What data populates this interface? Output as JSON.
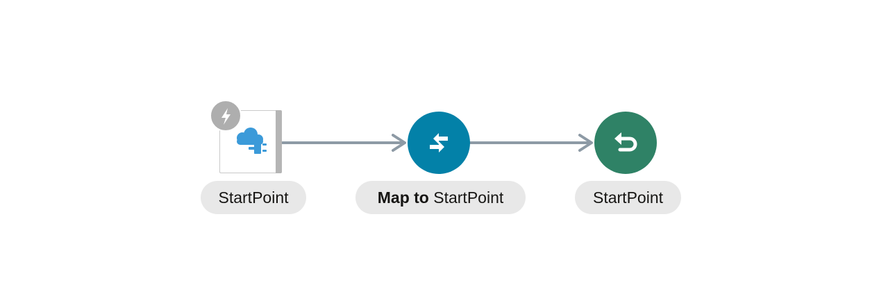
{
  "flow": {
    "nodes": [
      {
        "id": "trigger",
        "kind": "trigger",
        "icon": "cloud-adapter-icon",
        "badge_icon": "lightning-bolt-icon",
        "label": "StartPoint",
        "colors": {
          "card_edge": "#b5b5b5",
          "badge": "#aeaeae",
          "cloud": "#3b9ad9"
        }
      },
      {
        "id": "map",
        "kind": "map",
        "icon": "map-arrows-icon",
        "label_prefix": "Map to",
        "label": "StartPoint",
        "colors": {
          "fill": "#0381a8"
        }
      },
      {
        "id": "return",
        "kind": "return",
        "icon": "return-arrow-icon",
        "label": "StartPoint",
        "colors": {
          "fill": "#2f8266"
        }
      }
    ],
    "connectors": [
      {
        "from": "trigger",
        "to": "map"
      },
      {
        "from": "map",
        "to": "return"
      }
    ],
    "colors": {
      "connector": "#8d9aa5",
      "label_background": "#e8e8e8",
      "label_text": "#161513"
    }
  }
}
